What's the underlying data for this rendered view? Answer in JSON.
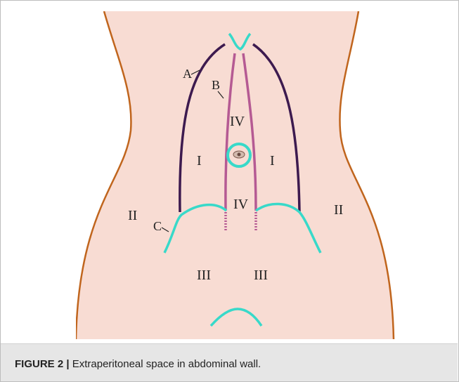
{
  "figure": {
    "labels": {
      "a": "A",
      "b": "B",
      "c": "C",
      "region_1_left": "I",
      "region_1_right": "I",
      "region_2_left": "II",
      "region_2_right": "II",
      "region_3_left": "III",
      "region_3_right": "III",
      "region_4_upper": "IV",
      "region_4_lower": "IV"
    },
    "colors": {
      "skin": "#f8dcd3",
      "body_outline": "#c0651d",
      "line_a": "#3d1a4f",
      "line_b": "#b55a93",
      "line_c": "#38d9c9",
      "umbilicus": "#38d9c9"
    }
  },
  "caption": {
    "label": "FIGURE 2 |",
    "text": " Extraperitoneal space in abdominal wall."
  }
}
